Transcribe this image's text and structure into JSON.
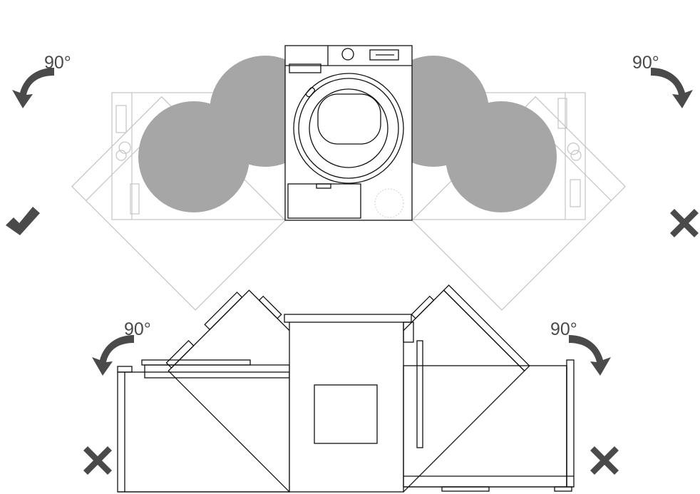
{
  "diagram": {
    "rotation_labels": {
      "top_left": "90°",
      "top_right": "90°",
      "bottom_left": "90°",
      "bottom_right": "90°"
    },
    "icons": {
      "arrow": "curved-rotate-arrow-icon",
      "allowed": "check-icon",
      "not_allowed": "cross-icon"
    },
    "colors": {
      "icon": "#4a4a4a",
      "drum_fill": "#a6a6a6",
      "ghost_outline": "#c4c4c4",
      "line": "#111111"
    },
    "status": {
      "top_left": "allowed",
      "top_right": "not-allowed",
      "bottom_left": "not-allowed",
      "bottom_right": "not-allowed"
    }
  }
}
